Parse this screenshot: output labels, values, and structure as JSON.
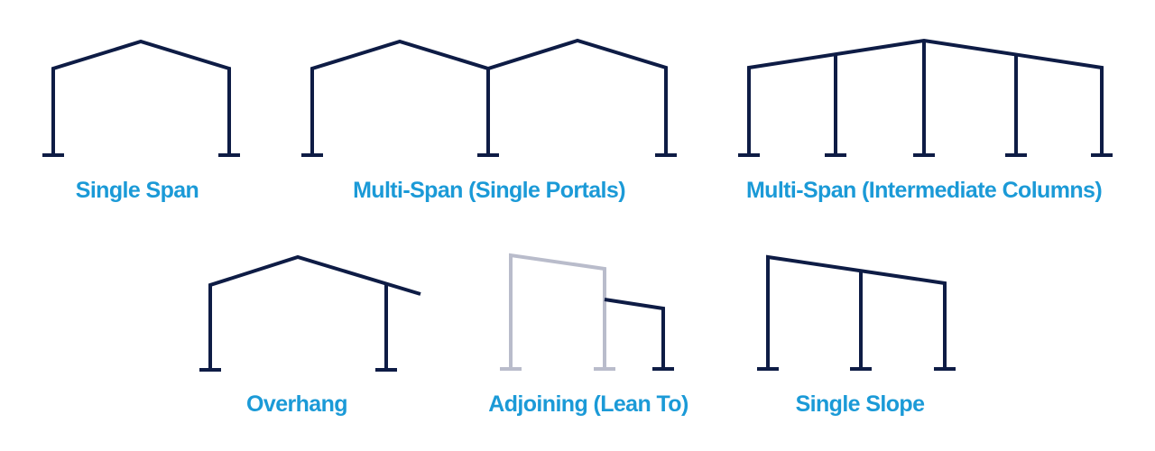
{
  "labels": {
    "single_span": "Single Span",
    "multi_span_portals": "Multi-Span (Single Portals)",
    "multi_span_columns": "Multi-Span (Intermediate Columns)",
    "overhang": "Overhang",
    "adjoining": "Adjoining (Lean To)",
    "single_slope": "Single Slope"
  },
  "colors": {
    "frame": "#0e1c45",
    "existing_frame": "#b9bccb",
    "label": "#1b9ad7"
  }
}
